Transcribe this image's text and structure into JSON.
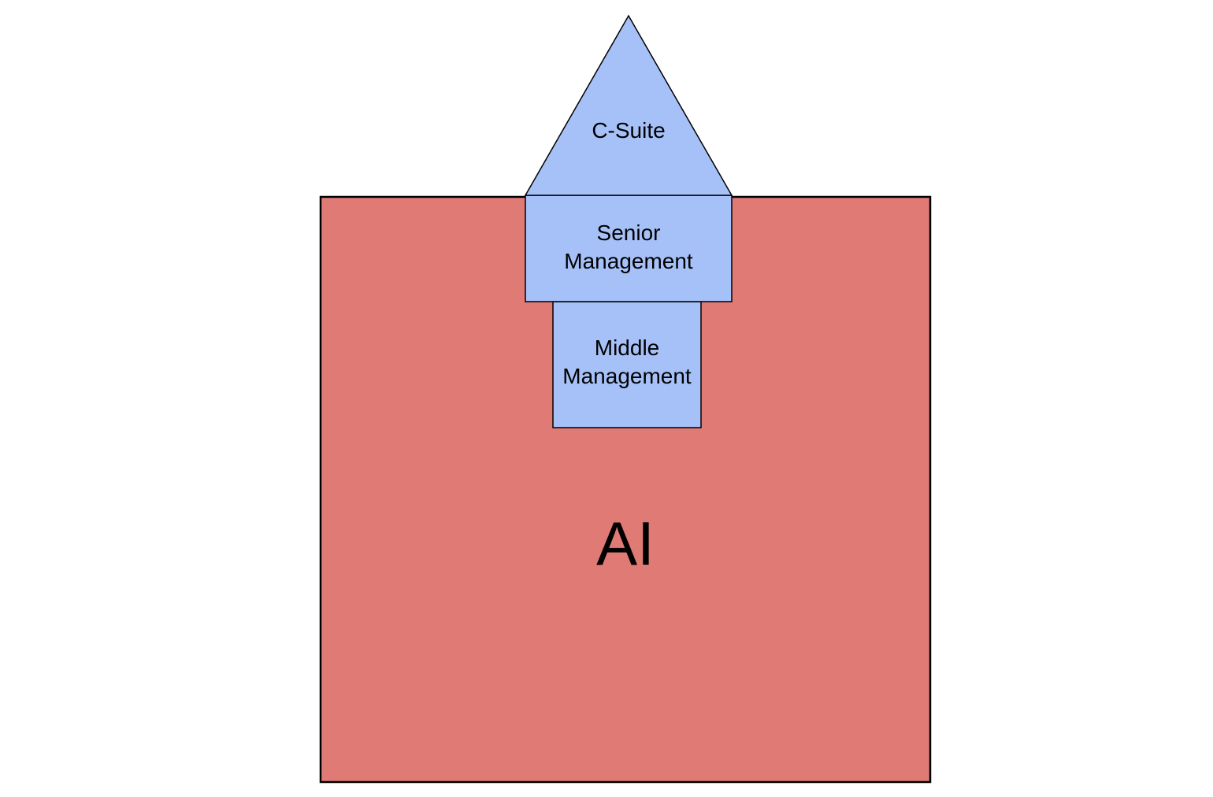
{
  "diagram": {
    "ai_block": {
      "label": "AI",
      "fill": "#E07A75",
      "stroke": "#000000"
    },
    "c_suite": {
      "label": "C-Suite",
      "fill": "#A6C1F8",
      "stroke": "#000000"
    },
    "senior_management": {
      "line1": "Senior",
      "line2": "Management",
      "fill": "#A6C1F8",
      "stroke": "#000000"
    },
    "middle_management": {
      "line1": "Middle",
      "line2": "Management",
      "fill": "#A6C1F8",
      "stroke": "#000000"
    }
  }
}
